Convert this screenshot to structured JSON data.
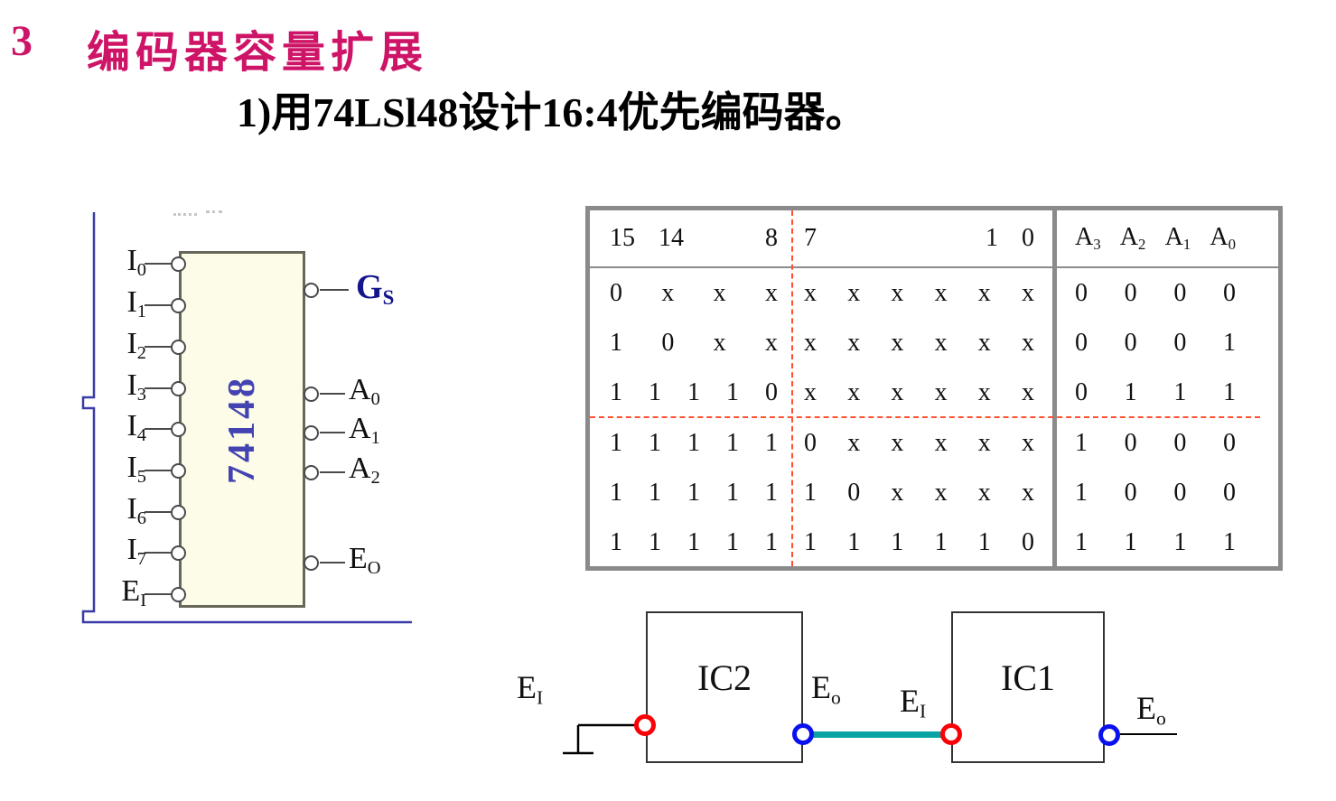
{
  "title": {
    "number": "3",
    "text": "编码器容量扩展"
  },
  "subtitle": "1)用74LSl48设计16:4优先编码器。",
  "colors": {
    "title_magenta": "#CE1467",
    "chip_fill": "#FCFCE8",
    "chip_label_blue": "#4343b2",
    "gs_navy": "#14148C",
    "table_border_gray": "#8a8a8a",
    "red_dash": "#FF5030",
    "teal_wire": "#0AA3A3",
    "terminal_red": "#FB0006",
    "terminal_blue": "#0912EE",
    "bracket_navy": "#3a3aa8"
  },
  "chip": {
    "name": "74148",
    "left_pins": [
      {
        "base": "I",
        "sub": "0"
      },
      {
        "base": "I",
        "sub": "1"
      },
      {
        "base": "I",
        "sub": "2"
      },
      {
        "base": "I",
        "sub": "3"
      },
      {
        "base": "I",
        "sub": "4"
      },
      {
        "base": "I",
        "sub": "5"
      },
      {
        "base": "I",
        "sub": "6"
      },
      {
        "base": "I",
        "sub": "7"
      },
      {
        "base": "E",
        "sub": "I"
      }
    ],
    "right_pins": [
      {
        "base": "G",
        "sub": "S"
      },
      {
        "base": "A",
        "sub": "0"
      },
      {
        "base": "A",
        "sub": "1"
      },
      {
        "base": "A",
        "sub": "2"
      },
      {
        "base": "E",
        "sub": "O"
      }
    ]
  },
  "truth_table": {
    "header": {
      "left": [
        "15",
        "14",
        "8"
      ],
      "mid": [
        "7",
        "1",
        "0"
      ],
      "out": [
        {
          "base": "A",
          "sub": "3"
        },
        {
          "base": "A",
          "sub": "2"
        },
        {
          "base": "A",
          "sub": "1"
        },
        {
          "base": "A",
          "sub": "0"
        }
      ]
    },
    "rows": [
      {
        "left": [
          "0",
          "x",
          "x",
          "x"
        ],
        "mid": [
          "x",
          "x",
          "x",
          "x",
          "x",
          "x"
        ],
        "out": [
          "0",
          "0",
          "0",
          "0"
        ]
      },
      {
        "left": [
          "1",
          "0",
          "x",
          "x"
        ],
        "mid": [
          "x",
          "x",
          "x",
          "x",
          "x",
          "x"
        ],
        "out": [
          "0",
          "0",
          "0",
          "1"
        ]
      },
      {
        "left": [
          "1",
          "1",
          "1",
          "1",
          "0"
        ],
        "mid": [
          "x",
          "x",
          "x",
          "x",
          "x",
          "x"
        ],
        "out": [
          "0",
          "1",
          "1",
          "1"
        ]
      },
      {
        "left": [
          "1",
          "1",
          "1",
          "1",
          "1"
        ],
        "mid": [
          "0",
          "x",
          "x",
          "x",
          "x",
          "x"
        ],
        "out": [
          "1",
          "0",
          "0",
          "0"
        ]
      },
      {
        "left": [
          "1",
          "1",
          "1",
          "1",
          "1"
        ],
        "mid": [
          "1",
          "0",
          "x",
          "x",
          "x",
          "x"
        ],
        "out": [
          "1",
          "0",
          "0",
          "0"
        ]
      },
      {
        "left": [
          "1",
          "1",
          "1",
          "1",
          "1"
        ],
        "mid": [
          "1",
          "1",
          "1",
          "1",
          "1",
          "0"
        ],
        "out": [
          "1",
          "1",
          "1",
          "1"
        ]
      }
    ]
  },
  "circuit": {
    "ic_left_name": "IC2",
    "ic_right_name": "IC1",
    "ei_left": {
      "base": "E",
      "sub": "I"
    },
    "eo_mid": {
      "base": "E",
      "sub": "o"
    },
    "ei_mid": {
      "base": "E",
      "sub": "I"
    },
    "eo_right": {
      "base": "E",
      "sub": "o"
    }
  }
}
